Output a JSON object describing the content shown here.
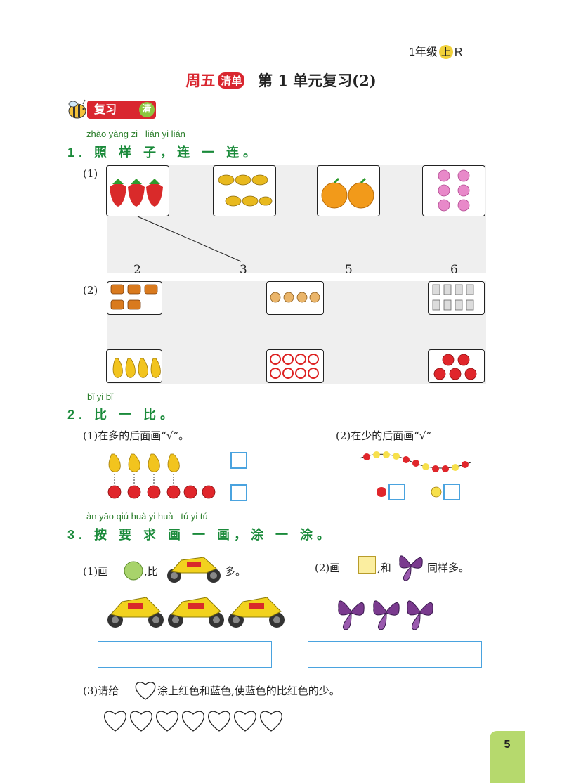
{
  "header": {
    "grade_prefix": "1年级",
    "grade_badge": "上",
    "grade_suffix": "R"
  },
  "title": {
    "day": "周五",
    "badge": "清单",
    "unit": "第 1 单元复习(2)"
  },
  "section": {
    "tag_label": "复习",
    "tag_badge": "清"
  },
  "q1": {
    "pinyin": "zhào yàng zi   lián yi lián",
    "title": "1. 照 样 子，连 一 连。",
    "part1_label": "(1)",
    "part1_numbers": [
      "2",
      "3",
      "5",
      "6"
    ],
    "part2_label": "(2)"
  },
  "q2": {
    "pinyin": "bǐ yi bǐ",
    "title": "2. 比 一 比。",
    "part1_text": "(1)在多的后面画“√”。",
    "part2_text": "(2)在少的后面画“√”"
  },
  "q3": {
    "pinyin": "àn yāo qiú huà yi huà   tú yi tú",
    "title": "3. 按 要 求 画 一 画，涂 一 涂。",
    "part1_a": "(1)画",
    "part1_b": ",比",
    "part1_c": "多。",
    "part2_a": "(2)画",
    "part2_b": ",和",
    "part2_c": "同样多。",
    "part3_a": "(3)请给",
    "part3_b": "涂上红色和蓝色,使蓝色的比红色的少。"
  },
  "page_number": "5",
  "colors": {
    "accent_red": "#d9262f",
    "heading_green": "#1a8a3a",
    "box_blue": "#4aa3df",
    "page_tab_green": "#b6d96d"
  }
}
